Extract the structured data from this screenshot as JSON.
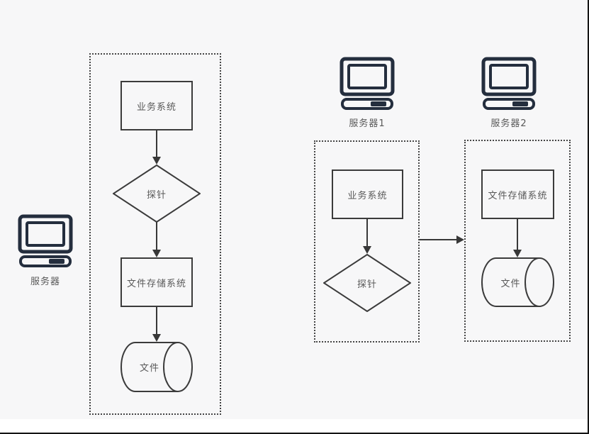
{
  "colors": {
    "background": "#f7f7f8",
    "shape_stroke": "#3b3b3b",
    "dashed_border": "#454545",
    "text": "#595959",
    "computer_icon": "#242e3e",
    "edge_line": "#141414"
  },
  "diagram": {
    "computers": [
      {
        "label": "服务器"
      },
      {
        "label": "服务器1"
      },
      {
        "label": "服务器2"
      }
    ],
    "flow_left": {
      "business_system": "业务系统",
      "probe": "探针",
      "file_storage_system": "文件存储系统",
      "file": "文件"
    },
    "flow_middle": {
      "business_system": "业务系统",
      "probe": "探针"
    },
    "flow_right": {
      "file_storage_system": "文件存储系统",
      "file": "文件"
    }
  }
}
